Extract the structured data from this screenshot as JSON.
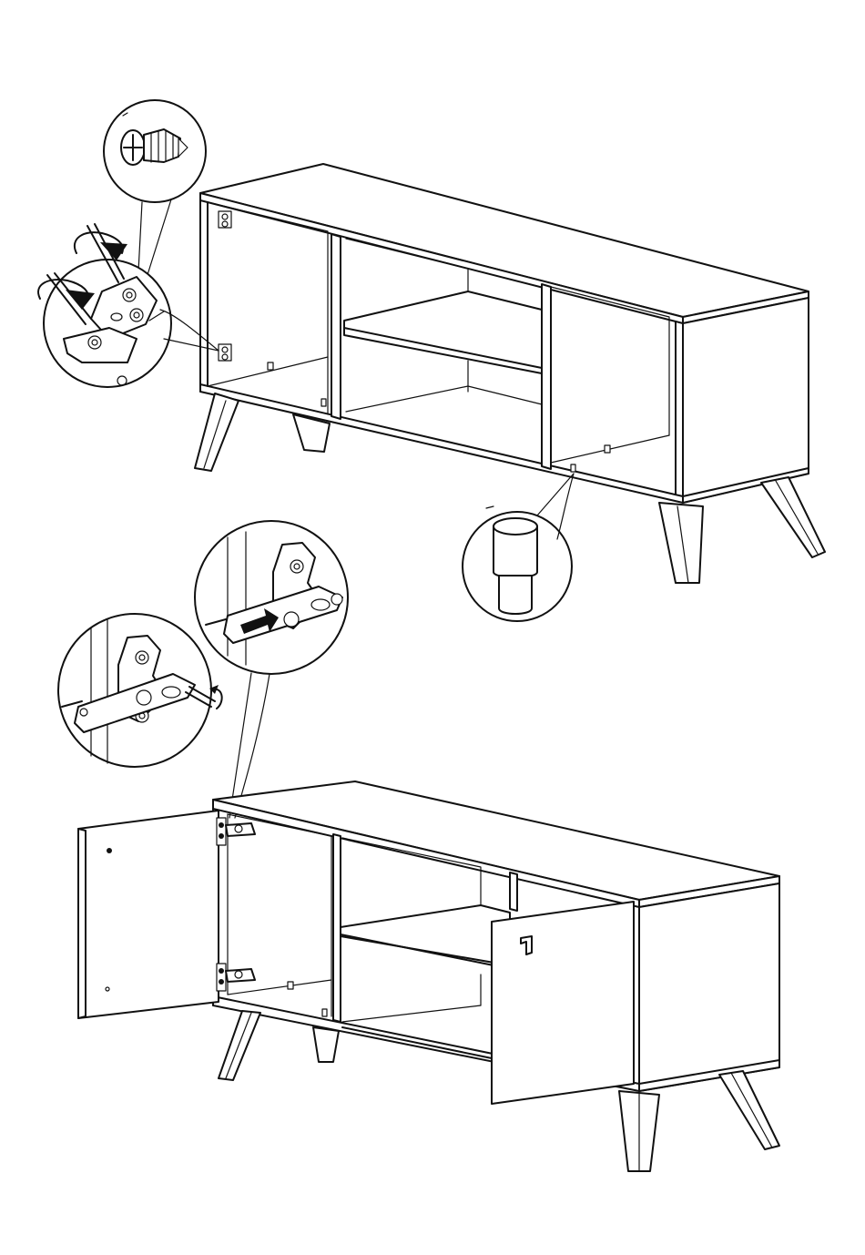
{
  "document": {
    "type": "assembly-instruction-page",
    "page_background": "#ffffff",
    "line_color": "#111111"
  },
  "steps": [
    {
      "id": "attach-hinge-plates",
      "callouts": [
        {
          "name": "screw",
          "icon": "phillips-screw-icon",
          "label": ""
        },
        {
          "name": "hinge-plate",
          "icon": "hinge-mounting-plate-icon",
          "label": ""
        },
        {
          "name": "bumper",
          "icon": "door-bumper-icon",
          "label": ""
        }
      ]
    },
    {
      "id": "attach-doors",
      "callouts": [
        {
          "name": "hinge-clip-on",
          "icon": "hinge-arm-clip-icon",
          "label": ""
        },
        {
          "name": "hinge-adjust",
          "icon": "screwdriver-adjust-icon",
          "label": ""
        }
      ]
    }
  ]
}
